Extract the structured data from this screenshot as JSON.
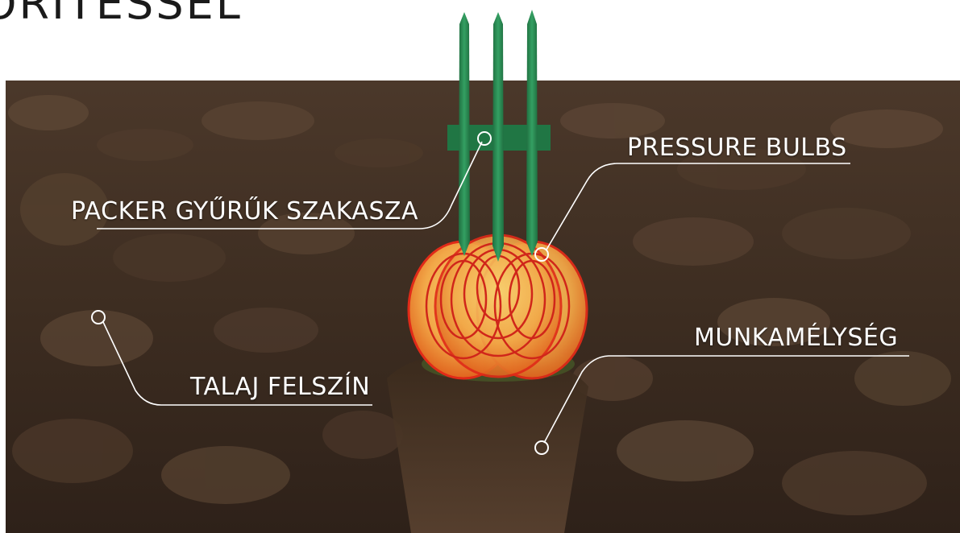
{
  "title": "ORITESSEL",
  "labels": {
    "packer_rings": "PACKER GYŰRŰK SZAKASZA",
    "pressure_bulbs": "PRESSURE BULBS",
    "soil_surface": "TALAJ FELSZÍN",
    "working_depth": "MUNKAMÉLYSÉG"
  },
  "colors": {
    "soil_dark": "#3a2a1e",
    "soil_mid": "#5a4434",
    "soil_light": "#7a604a",
    "tine_green": "#2a8a52",
    "bulb_red": "#e02a18",
    "bulb_orange": "#f4a23a",
    "bulb_yellow": "#f7c760",
    "callout_white": "#ffffff"
  }
}
